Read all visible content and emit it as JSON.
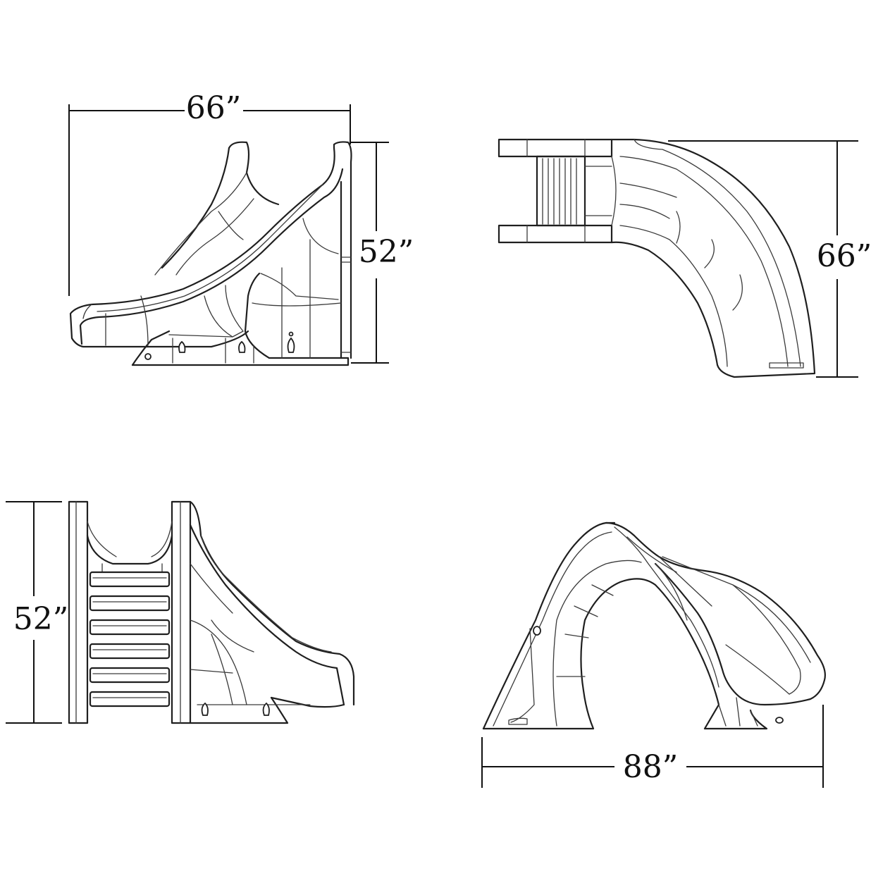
{
  "dimensions": {
    "view1_width": "66”",
    "view1_height": "52”",
    "view2_depth": "66”",
    "view3_height": "52”",
    "view4_width": "88”"
  },
  "colors": {
    "line": "#1f1f1f",
    "background": "#ffffff"
  }
}
